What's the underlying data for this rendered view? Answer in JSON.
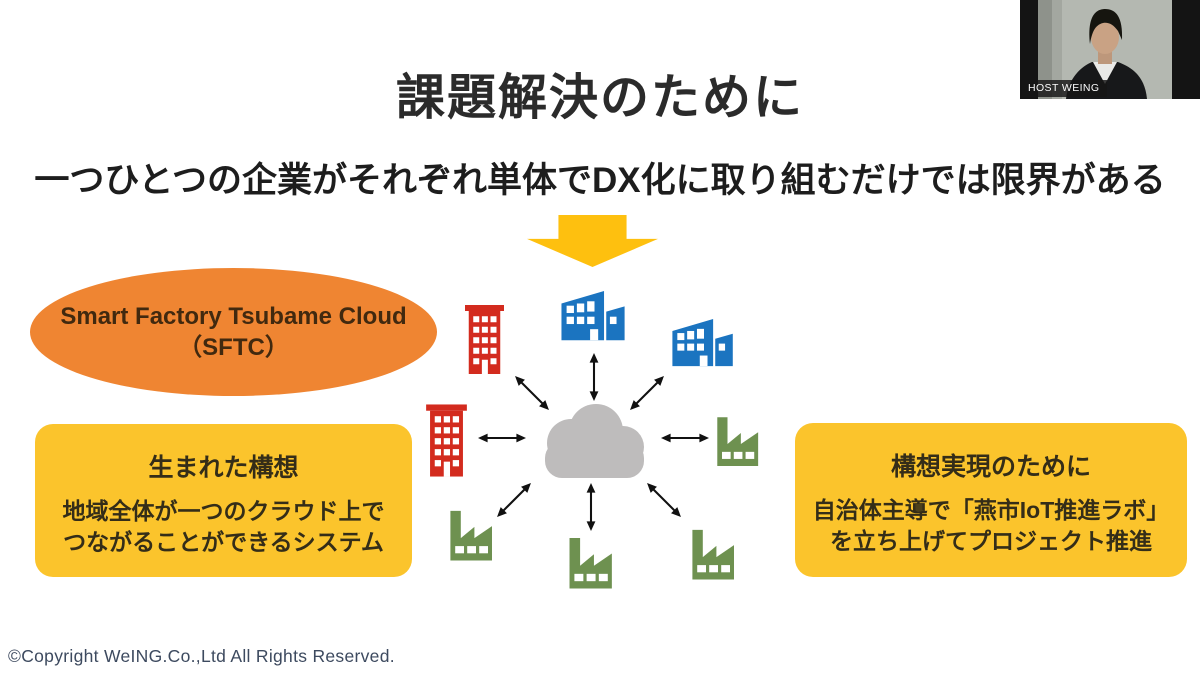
{
  "slide": {
    "title": "課題解決のために",
    "subtitle": "一つひとつの企業がそれぞれ単体でDX化に取り組むだけでは限界がある",
    "copyright": "©Copyright WeING.Co.,Ltd All Rights Reserved."
  },
  "sftc_ellipse": {
    "line1": "Smart Factory Tsubame Cloud",
    "line2": "（SFTC）"
  },
  "boxes": {
    "left": {
      "title": "生まれた構想",
      "line1": "地域全体が一つのクラウド上で",
      "line2": "つながることができるシステム"
    },
    "right": {
      "title": "構想実現のために",
      "line1": "自治体主導で「燕市IoT推進ラボ」",
      "line2": "を立ち上げてプロジェクト推進"
    }
  },
  "video": {
    "label": "HOST WEING"
  },
  "diagram": {
    "hub": "cloud",
    "nodes": [
      "tower-building-red-top-left",
      "office-building-blue-top",
      "office-building-blue-top-right",
      "tower-building-red-left",
      "factory-green-right",
      "factory-green-bottom-left",
      "factory-green-bottom-center",
      "factory-green-bottom-right"
    ],
    "connections": "bidirectional-arrows"
  },
  "colors": {
    "ellipse_bg": "#EF8532",
    "box_bg": "#FBC42C",
    "down_arrow": "#FEC00F",
    "building_red": "#D32B1E",
    "building_blue": "#1B74C0",
    "factory_green": "#6E9150",
    "cloud_gray": "#BEBCBC",
    "arrow_black": "#111111",
    "copyright_text": "#3D4A5F"
  }
}
